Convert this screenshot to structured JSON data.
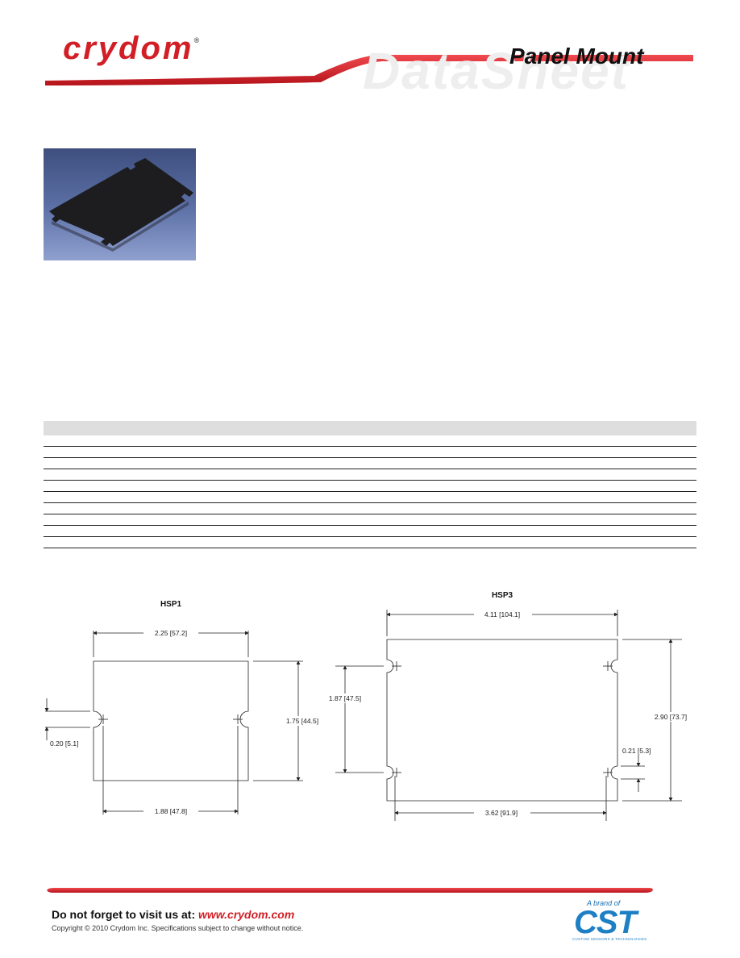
{
  "header": {
    "brand": "crydom",
    "brand_mark": "®",
    "watermark": "DataSheet",
    "category": "Panel Mount"
  },
  "photo": {
    "icon": "thermal-pad-photo"
  },
  "drawings": {
    "hsp1": {
      "title": "HSP1",
      "width": "2.25 [57.2]",
      "height": "1.75 [44.5]",
      "slot": "0.20 [5.1]",
      "hole_pitch": "1.88 [47.8]"
    },
    "hsp3": {
      "title": "HSP3",
      "width": "4.11 [104.1]",
      "height": "2.90 [73.7]",
      "hole_vertical": "1.87 [47.5]",
      "slot": "0.21 [5.3]",
      "hole_pitch": "3.62 [91.9]"
    }
  },
  "footer": {
    "visit_prefix": "Do not forget to visit us at: ",
    "url": "www.crydom.com",
    "copyright": "Copyright © 2010 Crydom Inc. Specifications subject to change without notice.",
    "brand_of": "A brand of",
    "cst": "CST",
    "cst_sub": "CUSTOM SENSORS & TECHNOLOGIES"
  },
  "colors": {
    "brand_red": "#d21f26",
    "cst_blue": "#1d7fc4",
    "table_header": "#dedede"
  }
}
